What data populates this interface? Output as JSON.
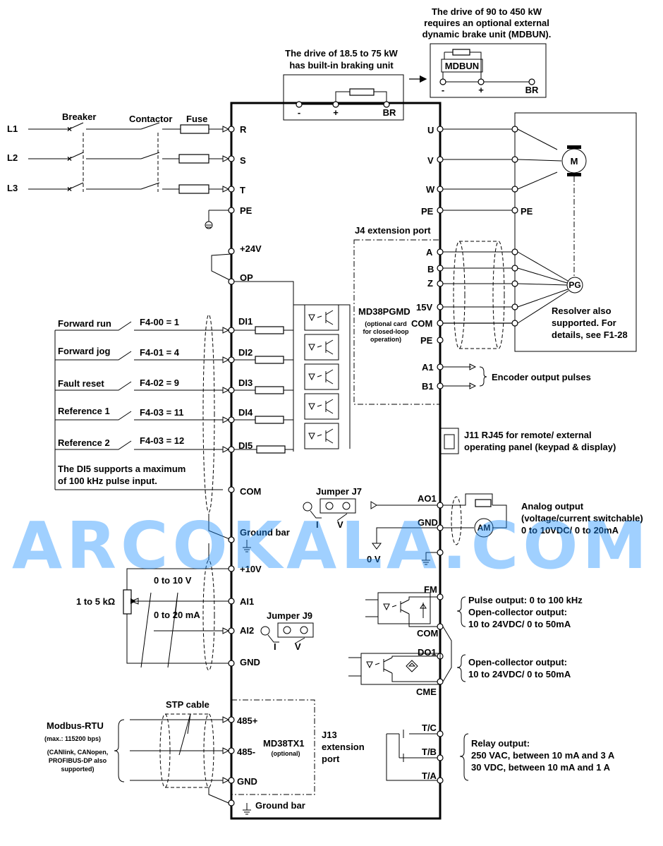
{
  "brake": {
    "external_title": [
      "The drive of 90 to 450 kW",
      "requires an optional external",
      "dynamic brake unit (MDBUN)."
    ],
    "mdbun_label": "MDBUN",
    "builtin_title": [
      "The drive of 18.5 to 75 kW",
      "has built-in braking unit"
    ],
    "terminals": [
      "-",
      "+",
      "BR"
    ]
  },
  "power": {
    "lines": [
      "L1",
      "L2",
      "L3"
    ],
    "breaker": "Breaker",
    "contactor": "Contactor",
    "fuse": "Fuse",
    "inputs": [
      "R",
      "S",
      "T",
      "PE"
    ]
  },
  "motor": {
    "outputs": [
      "U",
      "V",
      "W",
      "PE"
    ],
    "pe_right": "PE",
    "motor_symbol": "M",
    "pg_symbol": "PG",
    "resolver_note": [
      "Resolver also",
      "supported. For",
      "details, see F1-28"
    ]
  },
  "pg_card": {
    "title": "J4 extension port",
    "card_name": "MD38PGMD",
    "card_note": [
      "(optional card",
      "for closed-loop",
      "operation)"
    ],
    "terminals": [
      "A",
      "B",
      "Z",
      "15V",
      "COM",
      "PE"
    ],
    "encoder_terminals": [
      "A1",
      "B1"
    ],
    "encoder_note": "Encoder output pulses"
  },
  "rj45": {
    "label": [
      "J11 RJ45 for remote/ external",
      "operating panel (keypad & display)"
    ]
  },
  "digital_inputs": {
    "p24": "+24V",
    "op": "OP",
    "items": [
      {
        "name": "Forward run",
        "param": "F4-00 = 1",
        "terminal": "DI1"
      },
      {
        "name": "Forward jog",
        "param": "F4-01 = 4",
        "terminal": "DI2"
      },
      {
        "name": "Fault reset",
        "param": "F4-02 = 9",
        "terminal": "DI3"
      },
      {
        "name": "Reference 1",
        "param": "F4-03 = 11",
        "terminal": "DI4"
      },
      {
        "name": "Reference 2",
        "param": "F4-03 = 12",
        "terminal": "DI5"
      }
    ],
    "di5_note": [
      "The DI5 supports a maximum",
      "of 100 kHz pulse input."
    ],
    "com": "COM",
    "ground_bar": "Ground bar"
  },
  "analog_out": {
    "jumper": "Jumper J7",
    "jumper_i": "I",
    "jumper_v": "V",
    "ao1": "AO1",
    "gnd": "GND",
    "am": "AM",
    "zero_v": "0 V",
    "note": [
      "Analog output",
      "(voltage/current switchable)",
      "0 to 10VDC/ 0 to 20mA"
    ]
  },
  "analog_in": {
    "p10": "+10V",
    "ai1": "AI1",
    "ai2": "AI2",
    "gnd": "GND",
    "pot": "1 to 5 kΩ",
    "v_range": "0 to 10 V",
    "i_range": "0 to 20 mA",
    "jumper": "Jumper J9",
    "jumper_i": "I",
    "jumper_v": "V"
  },
  "pulse_out": {
    "fm": "FM",
    "com": "COM",
    "do1": "DO1",
    "cme": "CME",
    "fm_note": [
      "Pulse output: 0 to 100 kHz",
      "Open-collector output:",
      "10 to 24VDC/ 0 to 50mA"
    ],
    "do1_note": [
      "Open-collector output:",
      "10 to 24VDC/ 0 to 50mA"
    ]
  },
  "comm": {
    "stp": "STP cable",
    "modbus": "Modbus-RTU",
    "modbus_rate": "(max.: 115200 bps)",
    "modbus_other": [
      "(CANlink, CANopen,",
      "PROFIBUS-DP also",
      "supported)"
    ],
    "terminals": [
      "485+",
      "485-",
      "GND"
    ],
    "card_name": "MD38TX1",
    "card_opt": "(optional)",
    "j13": [
      "J13",
      "extension",
      "port"
    ],
    "ground_bar": "Ground bar"
  },
  "relay": {
    "terminals": [
      "T/C",
      "T/B",
      "T/A"
    ],
    "note": [
      "Relay output:",
      "250 VAC, between 10 mA and 3 A",
      "30 VDC, between 10 mA and 1 A"
    ]
  },
  "watermark": "ARCOKALA.COM"
}
